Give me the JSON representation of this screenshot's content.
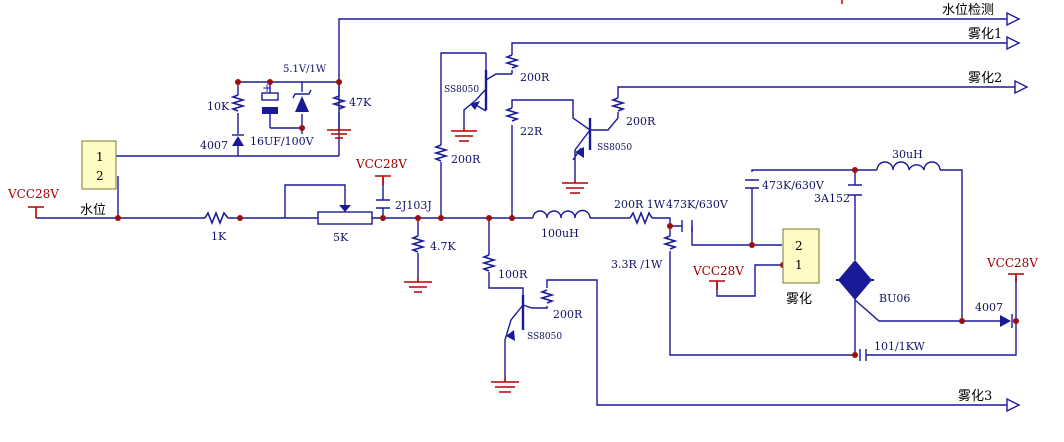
{
  "outputs": {
    "water_level_detect": "水位检测",
    "atomize_1": "雾化1",
    "atomize_2": "雾化2",
    "atomize_3": "雾化3"
  },
  "power": {
    "vcc_left": "VCC28V",
    "vcc_mid": "VCC28V",
    "vcc_atom": "VCC28V",
    "vcc_right": "VCC28V"
  },
  "connectors": {
    "water": {
      "label": "水位",
      "pins": [
        "1",
        "2"
      ]
    },
    "atomizer": {
      "label": "雾化",
      "pins": [
        "2",
        "1"
      ]
    }
  },
  "components": {
    "r_10k": "10K",
    "d_4007_top": "4007",
    "cap_16uf": "16UF/100V",
    "zener_5v1": "5.1V/1W",
    "r_47k": "47K",
    "r_1k": "1K",
    "pot_5k": "5K",
    "cap_2j103j": "2J103J",
    "r_4k7": "4.7K",
    "t1_type": "SS8050",
    "r_200r_t1": "200R",
    "r_200r_base": "200R",
    "r_22r": "22R",
    "t2_type": "SS8050",
    "r_200r_t2": "200R",
    "r_100r": "100R",
    "t3_type": "SS8050",
    "r_200r_t3": "200R",
    "l_100uh": "100uH",
    "r_200r_1w": "200R 1W",
    "cap_473k_a": "473K/630V",
    "r_3r3": "3.3R /1W",
    "cap_473k_b": "473K/630V",
    "l_30uh": "30uH",
    "fuse_3a152": "3A152",
    "triac_bu06": "BU06",
    "d_4007_right": "4007",
    "cap_101": "101/1KW"
  }
}
